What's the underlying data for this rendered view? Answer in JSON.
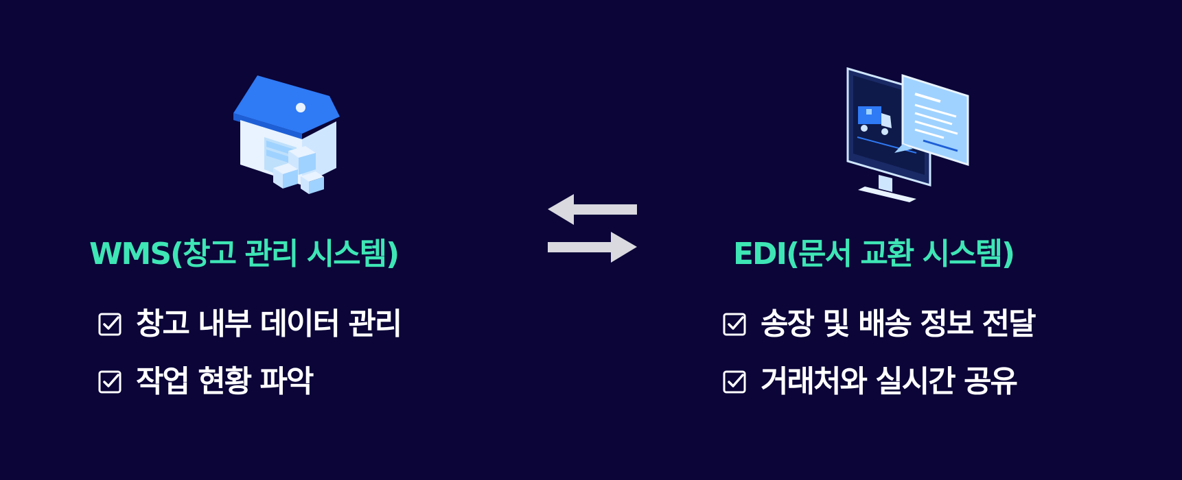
{
  "left": {
    "title": "WMS(창고 관리 시스템)",
    "features": [
      "창고 내부 데이터 관리",
      "작업 현황 파악"
    ]
  },
  "right": {
    "title": "EDI(문서 교환 시스템)",
    "features": [
      "송장 및 배송 정보 전달",
      "거래처와 실시간 공유"
    ]
  },
  "icons": {
    "left_illustration": "warehouse-icon",
    "right_illustration": "monitor-document-icon",
    "check": "checkbox-icon",
    "exchange": "exchange-arrows-icon"
  },
  "colors": {
    "background": "#0b0538",
    "title": "#3ee6b5",
    "text": "#ffffff",
    "arrow": "#d9d9df",
    "accent_blue": "#2f7af5",
    "light_blue": "#9fd2ff"
  }
}
